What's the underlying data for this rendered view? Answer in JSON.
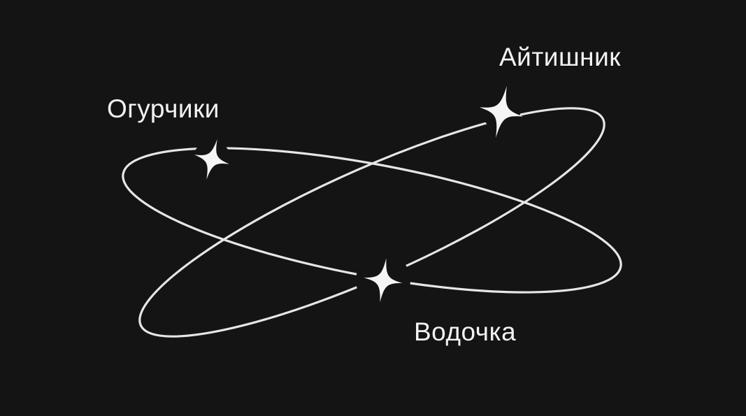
{
  "colors": {
    "background": "#141414",
    "orbit": "#e6e6e6",
    "star": "#f5f5f5",
    "text": "#f2f2f2"
  },
  "labels": {
    "top_right": "Айтишник",
    "left": "Огурчики",
    "bottom": "Водочка"
  },
  "icons": [
    "sparkle-star-icon",
    "sparkle-star-icon",
    "sparkle-star-icon"
  ]
}
